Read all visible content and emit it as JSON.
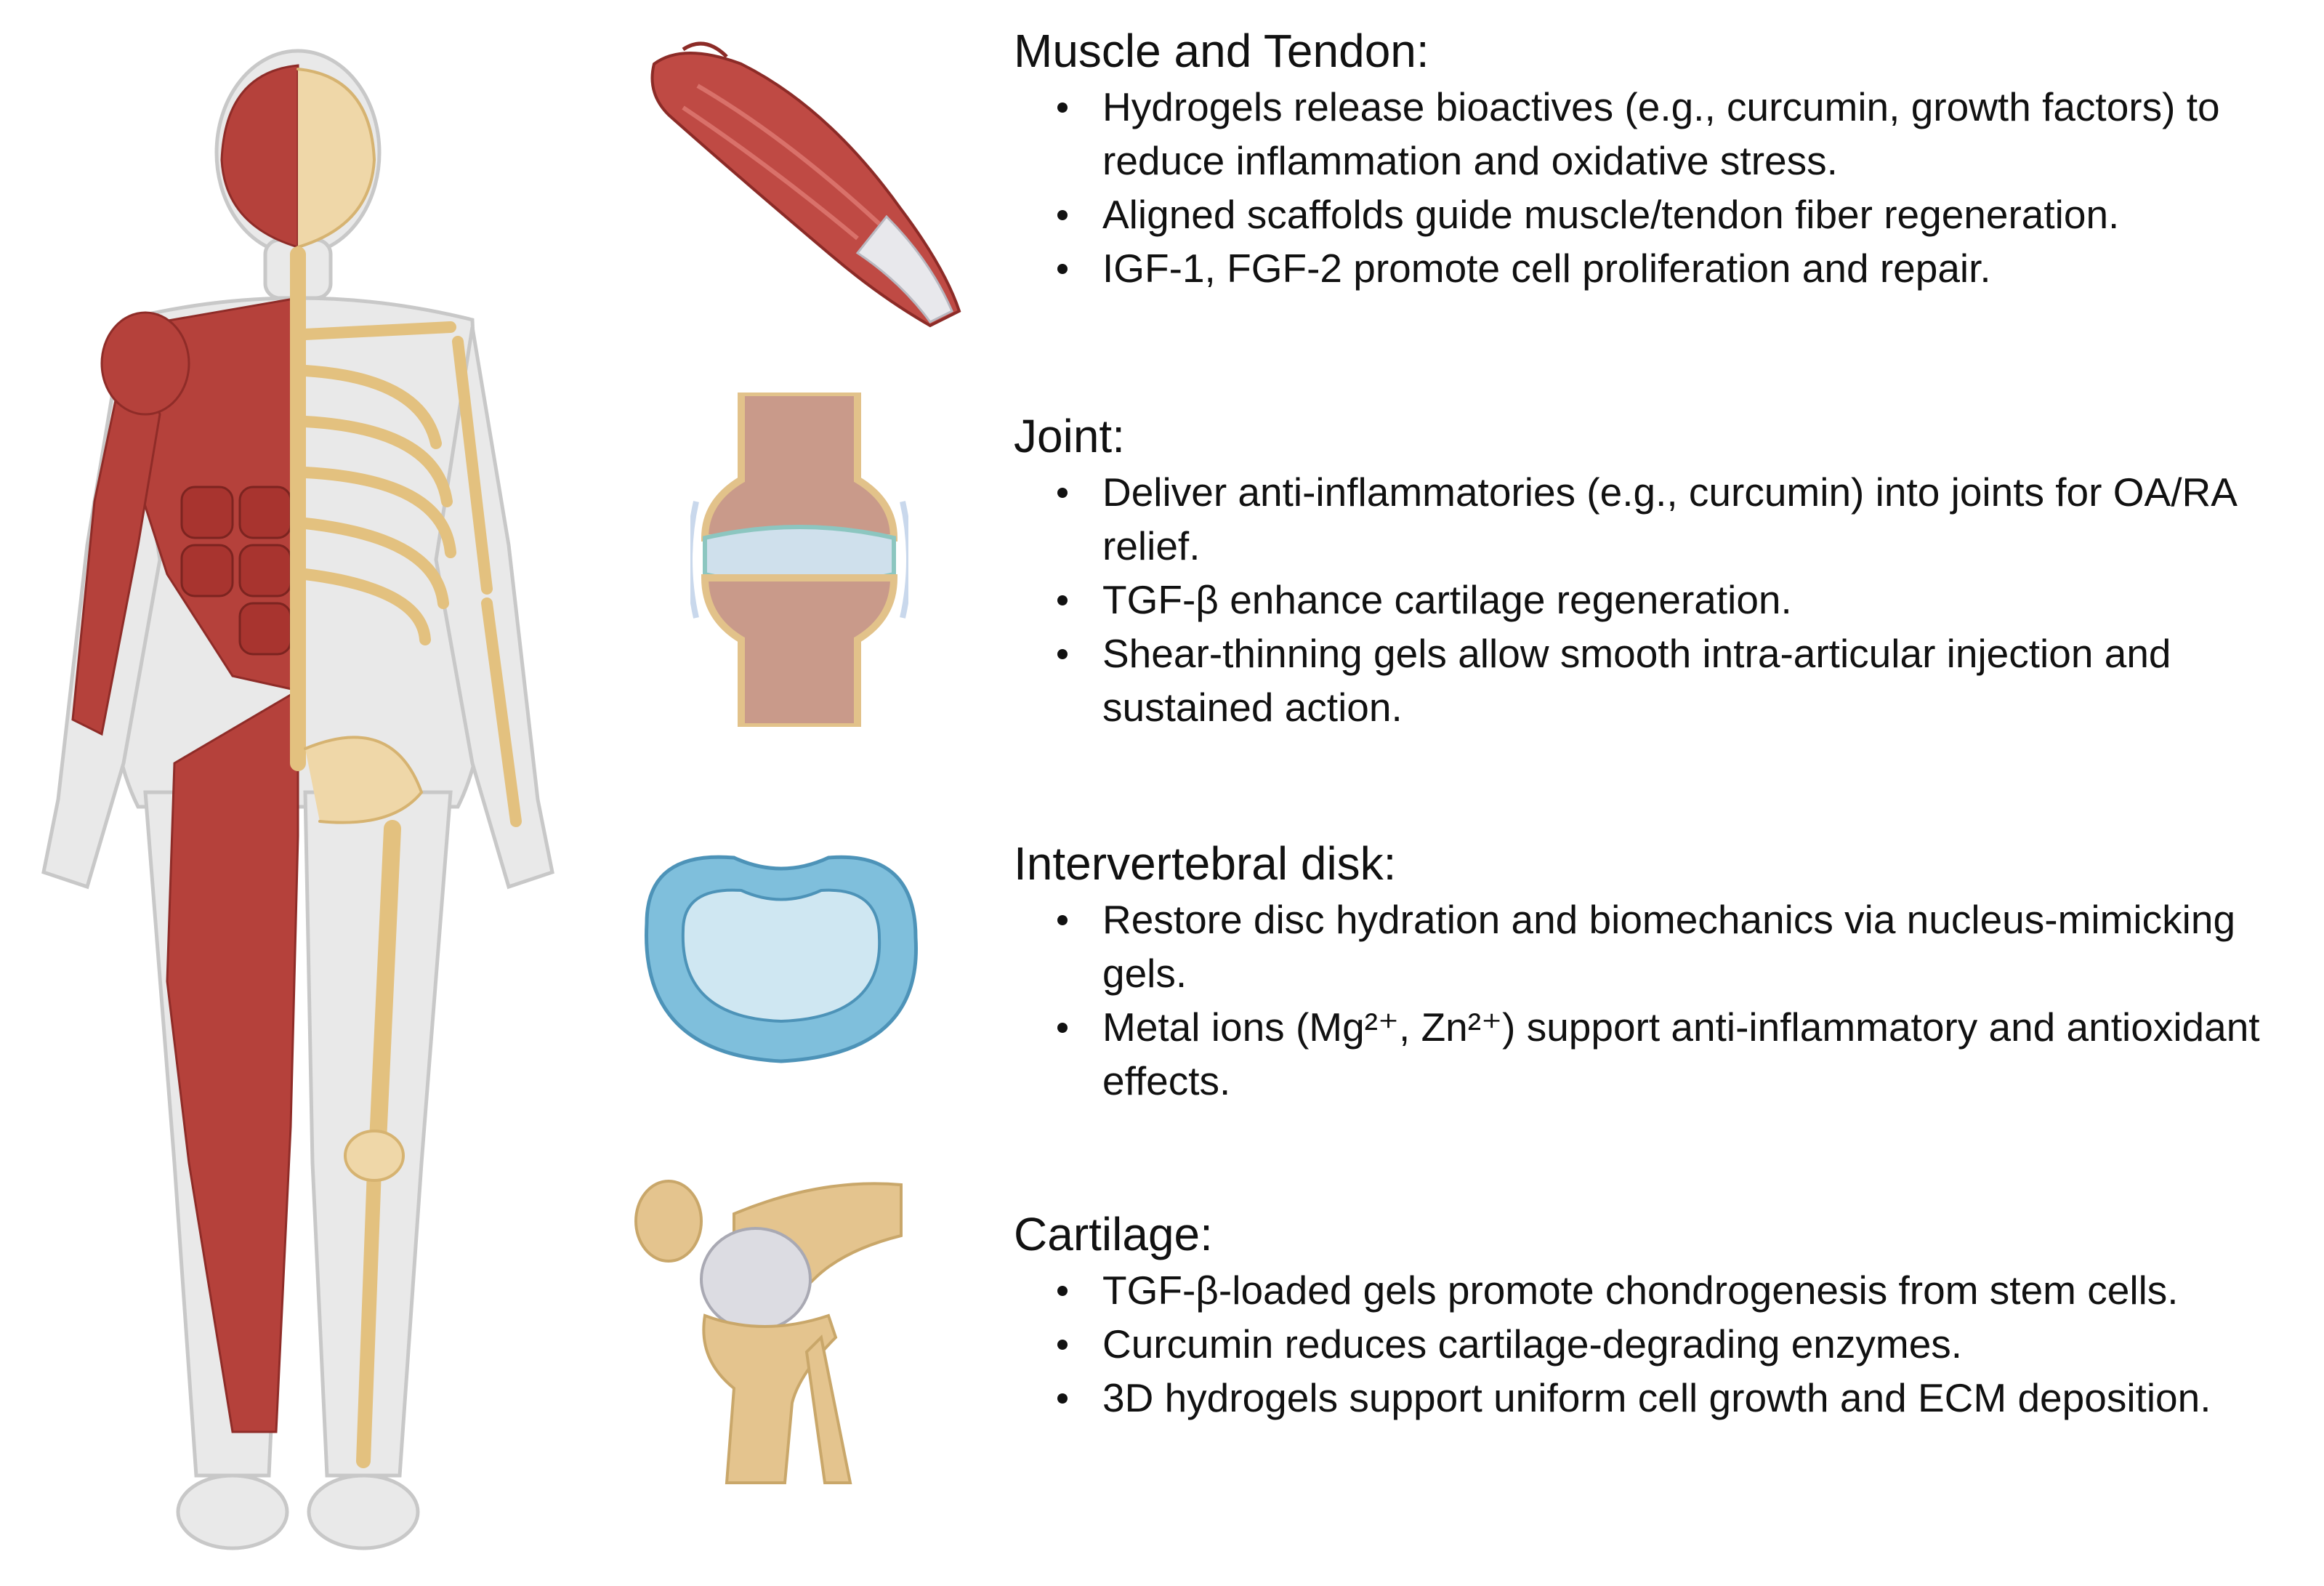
{
  "sections": [
    {
      "title": "Muscle and Tendon:",
      "bullets": [
        "Hydrogels release bioactives (e.g., curcumin, growth factors) to reduce inflammation and oxidative stress.",
        "Aligned scaffolds guide muscle/tendon fiber regeneration.",
        "IGF-1, FGF-2 promote cell proliferation and repair."
      ]
    },
    {
      "title": "Joint:",
      "bullets": [
        "Deliver anti-inflammatories (e.g., curcumin) into joints for OA/RA relief.",
        "TGF-β enhance cartilage regeneration.",
        "Shear-thinning gels allow smooth intra-articular injection and sustained action."
      ]
    },
    {
      "title": "Intervertebral disk:",
      "bullets": [
        "Restore disc hydration and biomechanics via nucleus-mimicking gels.",
        "Metal ions (Mg²⁺, Zn²⁺) support anti-inflammatory and antioxidant effects."
      ]
    },
    {
      "title": "Cartilage:",
      "bullets": [
        "TGF-β-loaded gels promote chondrogenesis from stem cells.",
        "Curcumin reduces cartilage-degrading enzymes.",
        "3D hydrogels support uniform cell growth and ECM deposition."
      ]
    }
  ],
  "colors": {
    "muscle": "#b5413b",
    "bone": "#eccf98",
    "skin": "#e6e6e6",
    "disk": "#7fbfdc",
    "cartilage": "#cfe0ec"
  }
}
